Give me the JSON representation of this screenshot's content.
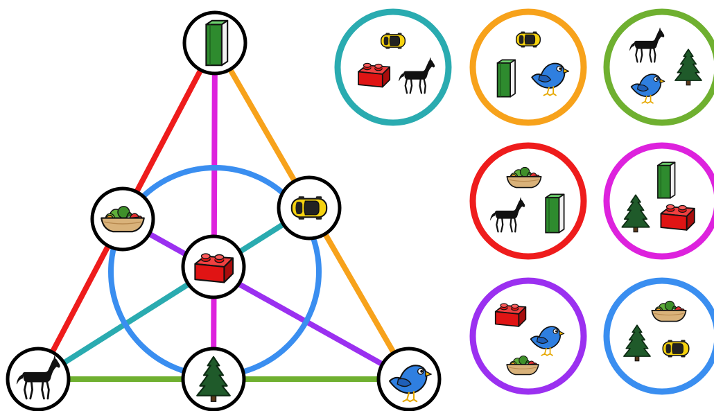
{
  "colors": {
    "red": "#ee1c1c",
    "magenta": "#dd22dd",
    "orange": "#f7a21b",
    "blue": "#3a8ef0",
    "teal": "#2aabb0",
    "purple": "#9b30f0",
    "green": "#6fb030",
    "node_stroke": "#000000",
    "node_fill": "#ffffff"
  },
  "diagram": {
    "type": "fano-plane",
    "nodes": [
      {
        "id": "top",
        "icon": "book-icon"
      },
      {
        "id": "left-mid",
        "icon": "salad-bowl-icon"
      },
      {
        "id": "right-mid",
        "icon": "car-icon"
      },
      {
        "id": "center",
        "icon": "brick-icon"
      },
      {
        "id": "bottom-left",
        "icon": "horse-icon"
      },
      {
        "id": "bottom-mid",
        "icon": "tree-icon"
      },
      {
        "id": "bottom-right",
        "icon": "bird-icon"
      }
    ],
    "lines": [
      {
        "name": "red-line",
        "color": "red",
        "nodes": [
          "top",
          "left-mid",
          "bottom-left"
        ]
      },
      {
        "name": "orange-line",
        "color": "orange",
        "nodes": [
          "top",
          "right-mid",
          "bottom-right"
        ]
      },
      {
        "name": "green-line",
        "color": "green",
        "nodes": [
          "bottom-left",
          "bottom-mid",
          "bottom-right"
        ]
      },
      {
        "name": "magenta-line",
        "color": "magenta",
        "nodes": [
          "top",
          "center",
          "bottom-mid"
        ]
      },
      {
        "name": "teal-line",
        "color": "teal",
        "nodes": [
          "bottom-left",
          "center",
          "right-mid"
        ]
      },
      {
        "name": "purple-line",
        "color": "purple",
        "nodes": [
          "left-mid",
          "center",
          "bottom-right"
        ]
      },
      {
        "name": "blue-circle",
        "color": "blue",
        "nodes": [
          "left-mid",
          "right-mid",
          "bottom-mid"
        ]
      }
    ]
  },
  "cards": [
    {
      "color": "teal",
      "icons": [
        "car-icon",
        "brick-icon",
        "horse-icon"
      ]
    },
    {
      "color": "orange",
      "icons": [
        "car-icon",
        "book-icon",
        "bird-icon"
      ]
    },
    {
      "color": "green",
      "icons": [
        "horse-icon",
        "bird-icon",
        "tree-icon"
      ]
    },
    {
      "color": "red",
      "icons": [
        "salad-bowl-icon",
        "horse-icon",
        "book-icon"
      ]
    },
    {
      "color": "magenta",
      "icons": [
        "book-icon",
        "tree-icon",
        "brick-icon"
      ]
    },
    {
      "color": "purple",
      "icons": [
        "brick-icon",
        "bird-icon",
        "salad-bowl-icon"
      ]
    },
    {
      "color": "blue",
      "icons": [
        "salad-bowl-icon",
        "tree-icon",
        "car-icon"
      ]
    }
  ]
}
